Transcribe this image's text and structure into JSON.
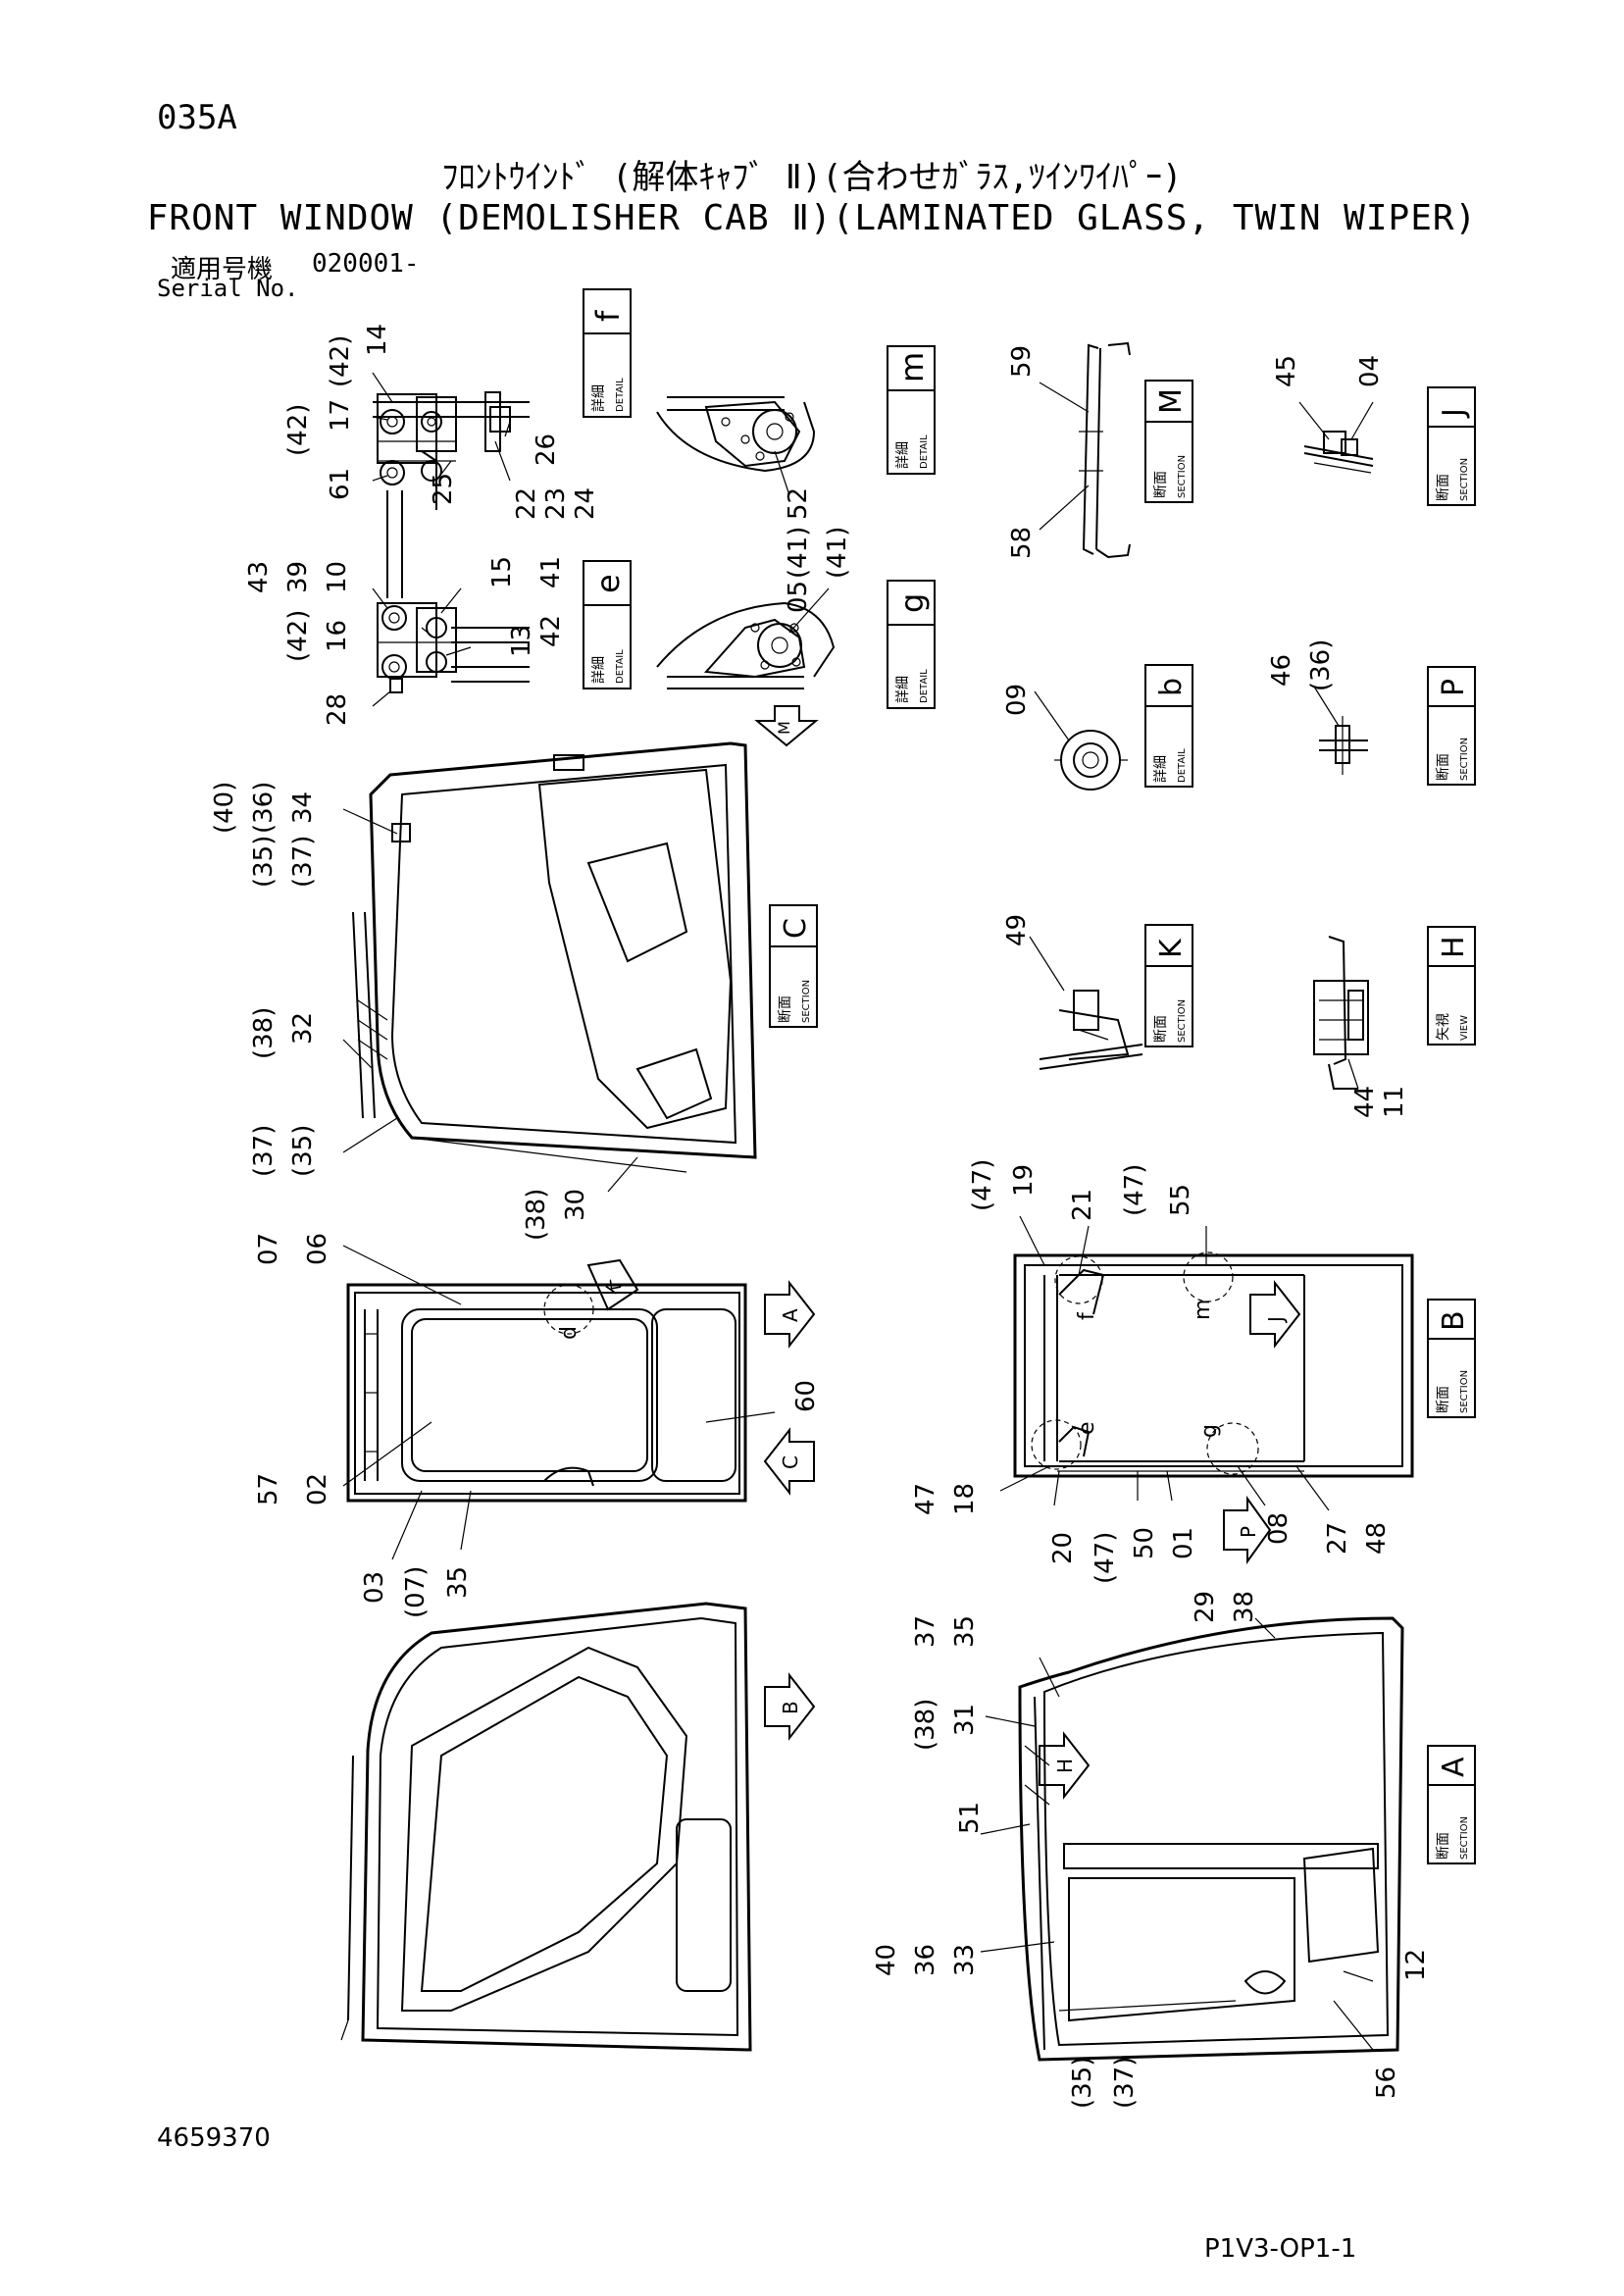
{
  "header": {
    "page_code": "035A",
    "title_jp": "ﾌﾛﾝﾄｳｲﾝﾄﾞ (解体ｷｬﾌﾞ Ⅱ)(合わせｶﾞﾗｽ,ﾂｲﾝﾜｲﾊﾟｰ)",
    "title_en": "FRONT WINDOW (DEMOLISHER CAB Ⅱ)(LAMINATED GLASS, TWIN WIPER)",
    "serial_label_jp": "適用号機",
    "serial_value": "020001-",
    "serial_label_en": "Serial No."
  },
  "footer": {
    "part_number": "4659370",
    "sheet_code": "P1V3-OP1-1"
  },
  "view_tags": {
    "detail_jp": "詳細",
    "detail_en": "DETAIL",
    "section_jp": "断面",
    "section_en": "SECTION",
    "view_jp": "矢視",
    "view_en": "VIEW",
    "f": "f",
    "e": "e",
    "m": "m",
    "g": "g",
    "b": "b",
    "M": "M",
    "J": "J",
    "P": "P",
    "K": "K",
    "H": "H",
    "C": "C",
    "B": "B",
    "A": "A"
  },
  "arrow_letters": {
    "M": "M",
    "K": "K",
    "A": "A",
    "C": "C",
    "J": "J",
    "P": "P",
    "B": "B",
    "H": "H"
  },
  "circle_letters": {
    "d": "d",
    "f": "f",
    "m": "m",
    "e": "e",
    "g": "g"
  },
  "callouts": {
    "c1": "(42)",
    "c2": "14",
    "c3": "(42)",
    "c4": "17",
    "c5": "61",
    "c6": "25",
    "c7": "22",
    "c8": "23",
    "c9": "24",
    "c10": "26",
    "c11": "43",
    "c12": "39",
    "c13": "10",
    "c14": "(42)",
    "c15": "16",
    "c16": "28",
    "c17": "15",
    "c18": "41",
    "c19": "13",
    "c20": "42",
    "c21": "52",
    "c22": "(41)",
    "c23": "05",
    "c24": "(41)",
    "c25": "59",
    "c26": "58",
    "c27": "45",
    "c28": "04",
    "c29": "09",
    "c30": "46",
    "c31": "(36)",
    "c32": "(40)",
    "c33": "(36)",
    "c34": "34",
    "c35": "(35)",
    "c36": "(37)",
    "c37": "(38)",
    "c38": "32",
    "c39": "(37)",
    "c40": "(35)",
    "c41": "(38)",
    "c42": "30",
    "c43": "49",
    "c44": "44",
    "c45": "11",
    "c46": "07",
    "c47": "06",
    "c48": "60",
    "c49": "57",
    "c50": "02",
    "c51": "03",
    "c52": "(07)",
    "c53": "35",
    "c54": "(47)",
    "c55": "19",
    "c56": "21",
    "c57": "(47)",
    "c58": "55",
    "c59": "47",
    "c60": "18",
    "c61": "20",
    "c62": "(47)",
    "c63": "50",
    "c64": "01",
    "c65": "08",
    "c66": "27",
    "c67": "48",
    "c68": "37",
    "c69": "35",
    "c70": "29",
    "c71": "38",
    "c72": "(38)",
    "c73": "31",
    "c74": "51",
    "c75": "40",
    "c76": "36",
    "c77": "33",
    "c78": "12",
    "c79": "(35)",
    "c80": "(37)",
    "c81": "56"
  }
}
